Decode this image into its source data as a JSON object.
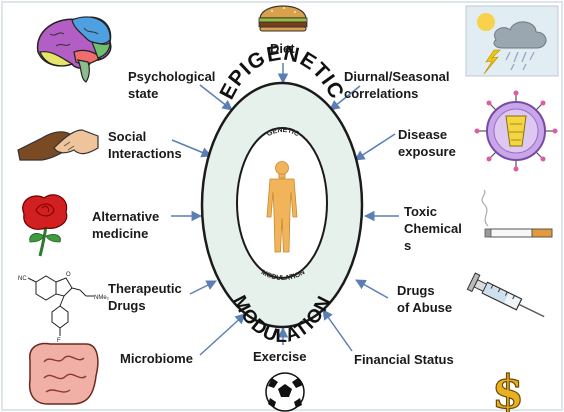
{
  "center": {
    "outer_top": "EPIGENETIC",
    "outer_bottom": "MODULATION",
    "inner_top": "GENETIC",
    "inner_bottom": "MODULATION"
  },
  "factors": {
    "diet": "Diet",
    "psychological": [
      "Psychological",
      "state"
    ],
    "diurnal": [
      "Diurnal/Seasonal",
      "correlations"
    ],
    "social": [
      "Social",
      "Interactions"
    ],
    "disease": [
      "Disease",
      "exposure"
    ],
    "alternative": [
      "Alternative",
      "medicine"
    ],
    "toxic": [
      "Toxic",
      "Chemical",
      "s"
    ],
    "therapeutic": [
      "Therapeutic",
      "Drugs"
    ],
    "drugs_abuse": [
      "Drugs",
      "of Abuse"
    ],
    "microbiome": "Microbiome",
    "exercise": "Exercise",
    "financial": "Financial Status"
  },
  "molecule_labels": [
    "NC",
    "NMe₂",
    "F",
    "O"
  ],
  "icons": [
    "brain-icon",
    "burger-icon",
    "weather-icon",
    "handshake-icon",
    "virus-icon",
    "rose-icon",
    "cigarette-icon",
    "molecule-icon",
    "syringe-icon",
    "intestine-icon",
    "soccer-ball-icon",
    "dollar-icon",
    "human-figure-icon"
  ],
  "colors": {
    "ellipse_fill": "#e6f1ec",
    "ellipse_stroke": "#1b1b1b",
    "arrow": "#5b7fb5",
    "figure": "#f2b45a"
  }
}
